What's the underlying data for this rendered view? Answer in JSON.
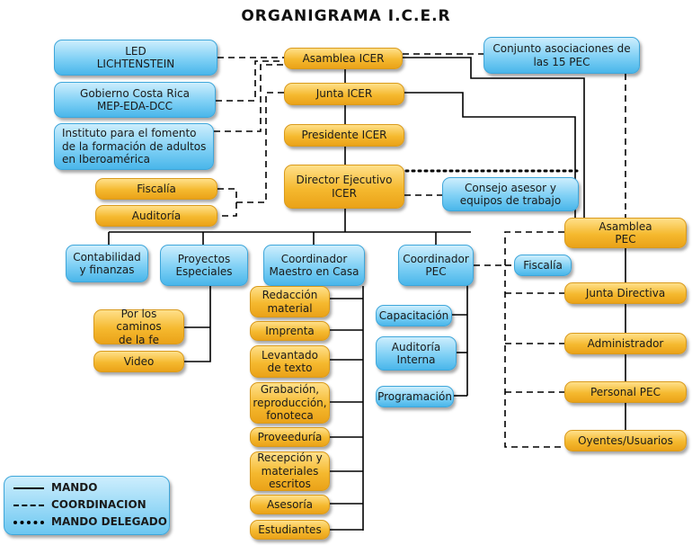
{
  "title": "ORGANIGRAMA I.C.E.R",
  "boxes": {
    "asamblea_icer": "Asamblea  ICER",
    "junta_icer": "Junta ICER",
    "presidente_icer": "Presidente ICER",
    "director_ejecutivo": "Director Ejecutivo\nICER",
    "consejo_asesor": "Consejo asesor y\nequipos de trabajo",
    "conjunto_asociaciones": "Conjunto asociaciones de\nlas 15 PEC",
    "led": "LED\nLICHTENSTEIN",
    "gobierno_cr": "Gobierno Costa Rica\nMEP-EDA-DCC",
    "instituto": "Instituto para el fomento\nde la formación de adultos\nen Iberoamérica",
    "fiscalia_top": "Fiscalía",
    "auditoria_top": "Auditoría",
    "contabilidad": "Contabilidad\ny finanzas",
    "proyectos": "Proyectos\nEspeciales",
    "coord_maestro": "Coordinador\nMaestro en Casa",
    "coord_pec": "Coordinador\nPEC",
    "caminos_fe": "Por los caminos\nde la fe",
    "video": "Video",
    "redaccion": "Redacción\nmaterial",
    "imprenta": "Imprenta",
    "levantado": "Levantado\nde texto",
    "grabacion": "Grabación,\nreproducción,\nfonoteca",
    "proveeduria": "Proveeduría",
    "recepcion": "Recepción y\nmateriales\nescritos",
    "asesoria": "Asesoría",
    "estudiantes": "Estudiantes",
    "capacitacion": "Capacitación",
    "auditoria_interna": "Auditoría\nInterna",
    "programacion": "Programación",
    "asamblea_pec": "Asamblea\nPEC",
    "fiscalia_pec": "Fiscalía",
    "junta_directiva": "Junta Directiva",
    "administrador": "Administrador",
    "personal_pec": "Personal PEC",
    "oyentes": "Oyentes/Usuarios"
  },
  "legend": {
    "mando": "MANDO",
    "coordinacion": "COORDINACION",
    "mando_delegado": "MANDO DELEGADO"
  },
  "colors": {
    "yellow_box": "#f5b92f",
    "blue_box": "#49b6ea",
    "line": "#000000"
  }
}
